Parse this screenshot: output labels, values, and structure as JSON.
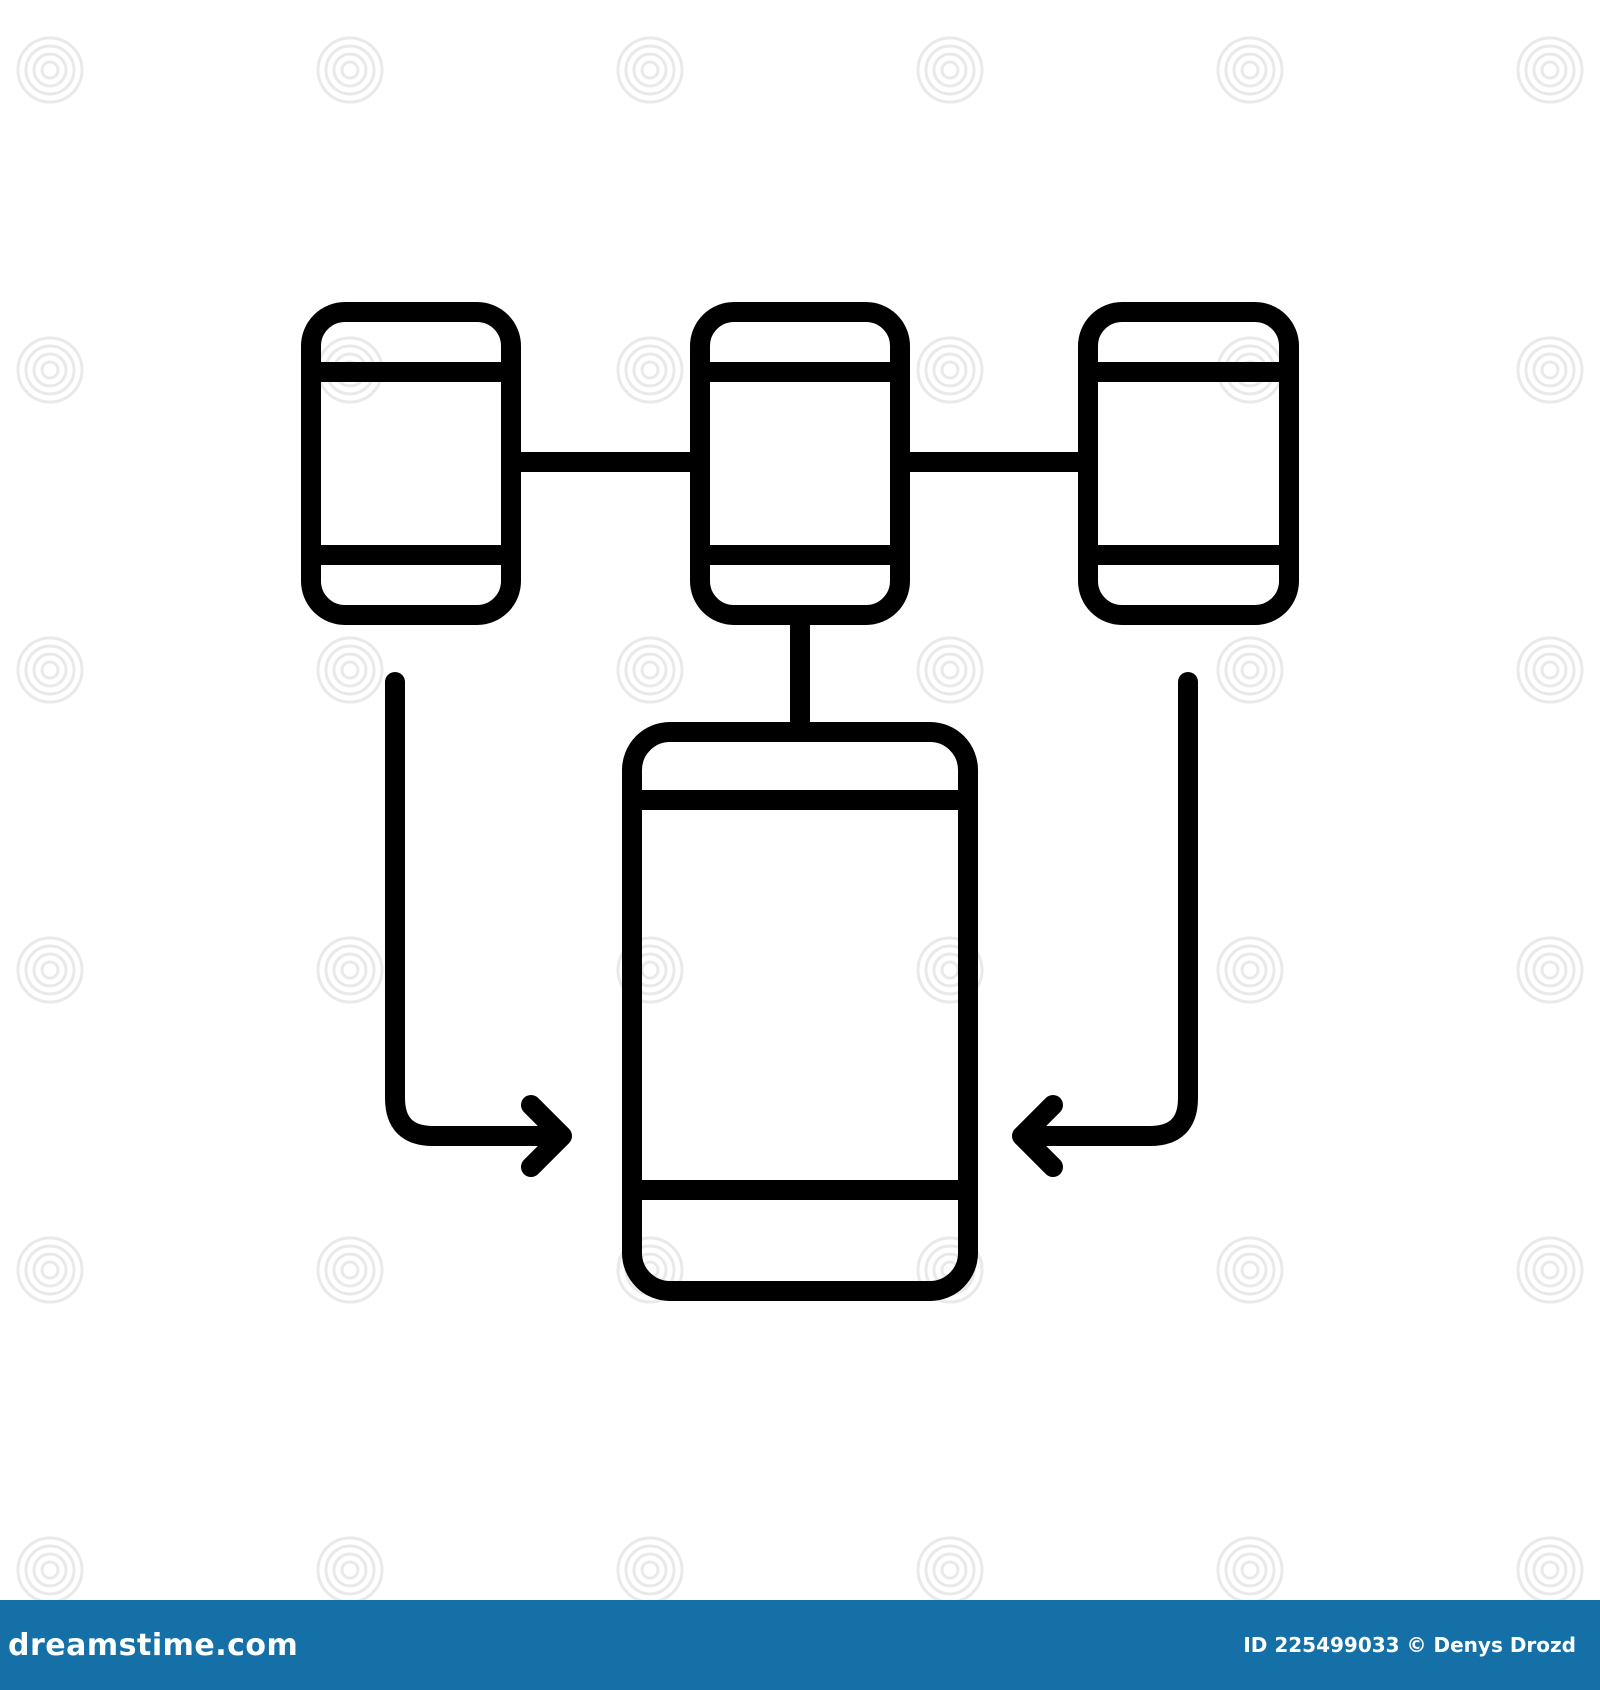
{
  "colors": {
    "background": "#ffffff",
    "stroke": "#000000",
    "footer_bar": "#1570a8",
    "footer_text": "#ffffff",
    "watermark": "#e9e9e9"
  },
  "icon": {
    "name": "mobile-devices-synchronization-icon",
    "style": "outline"
  },
  "footer": {
    "site_logo": "dreamstime.com",
    "credit": "ID 225499033 © Denys Drozd"
  }
}
